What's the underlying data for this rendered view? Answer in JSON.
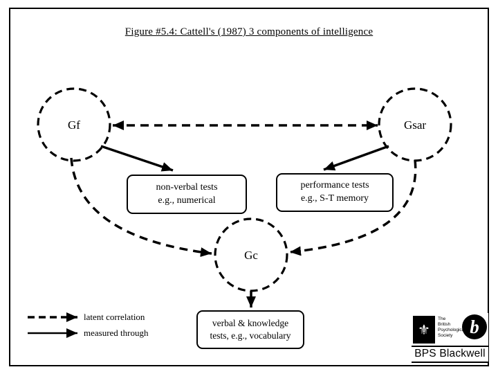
{
  "title": "Figure #5.4: Cattell's (1987) 3 components of intelligence",
  "nodes": {
    "gf": "Gf",
    "gsar": "Gsar",
    "gc": "Gc"
  },
  "boxes": {
    "nonverbal": {
      "line1": "non-verbal tests",
      "line2": "e.g., numerical"
    },
    "performance": {
      "line1": "performance tests",
      "line2": "e.g., S-T memory"
    },
    "verbal": {
      "line1": "verbal & knowledge",
      "line2": "tests, e.g., vocabulary"
    }
  },
  "legend": {
    "latent_label": "latent correlation",
    "measured_label": "measured through"
  },
  "edges": [
    {
      "from": "Gf",
      "to": "Gsar",
      "type": "latent correlation",
      "style": "dashed",
      "bidirectional": true
    },
    {
      "from": "Gf",
      "to": "Gc",
      "type": "latent correlation",
      "style": "dashed",
      "bidirectional": false
    },
    {
      "from": "Gsar",
      "to": "Gc",
      "type": "latent correlation",
      "style": "dashed",
      "bidirectional": false
    },
    {
      "from": "Gf",
      "to": "non-verbal tests box",
      "type": "measured through",
      "style": "solid"
    },
    {
      "from": "Gsar",
      "to": "performance tests box",
      "type": "measured through",
      "style": "solid"
    },
    {
      "from": "Gc",
      "to": "verbal & knowledge box",
      "type": "measured through",
      "style": "solid"
    }
  ],
  "logo": {
    "society": [
      "The",
      "British",
      "Psychological",
      "Society"
    ],
    "crest_glyph": "⚜",
    "b_monogram": "b",
    "wordmark": "BPS Blackwell"
  },
  "colors": {
    "ink": "#000000",
    "paper": "#ffffff"
  }
}
